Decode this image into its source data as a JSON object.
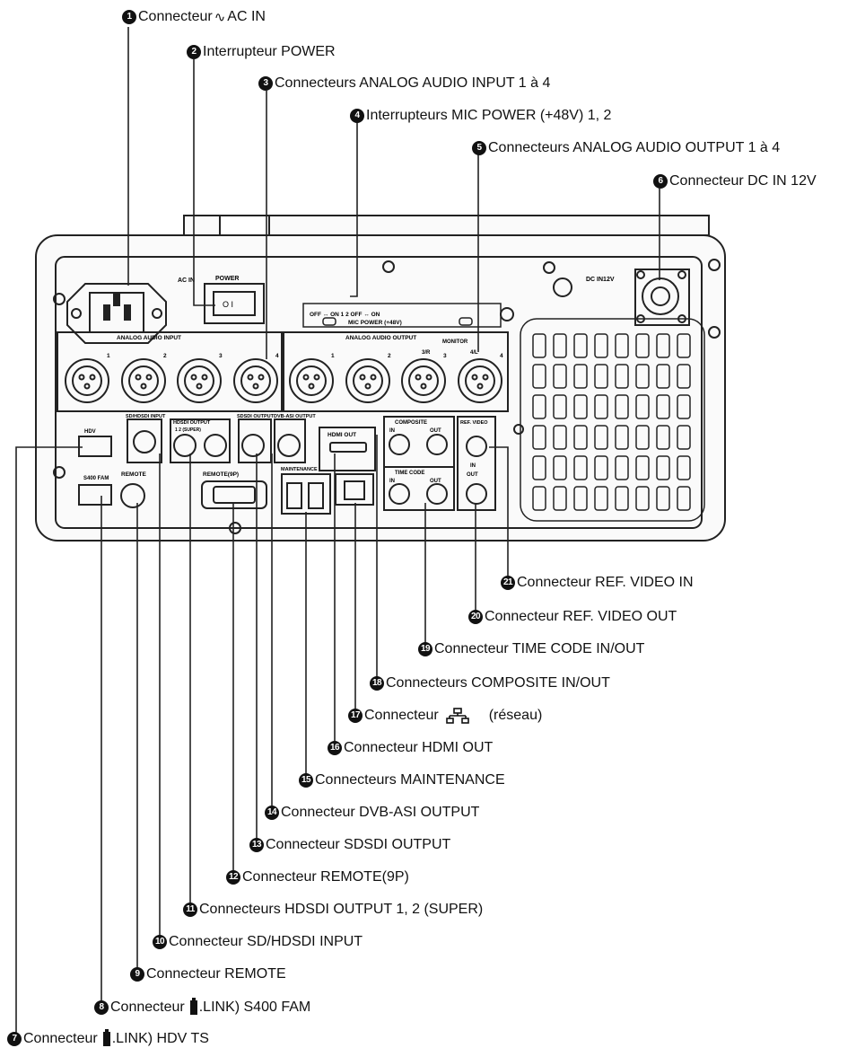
{
  "labels": [
    {
      "num": "1",
      "text": "Connecteur",
      "symbol": "∿",
      "suffix": "AC IN"
    },
    {
      "num": "2",
      "text": "Interrupteur POWER"
    },
    {
      "num": "3",
      "text": "Connecteurs ANALOG AUDIO INPUT 1 à 4"
    },
    {
      "num": "4",
      "text": "Interrupteurs MIC POWER (+48V) 1, 2"
    },
    {
      "num": "5",
      "text": "Connecteurs ANALOG AUDIO OUTPUT 1 à 4"
    },
    {
      "num": "6",
      "text": "Connecteur DC IN 12V"
    },
    {
      "num": "21",
      "text": "Connecteur REF. VIDEO IN"
    },
    {
      "num": "20",
      "text": "Connecteur REF. VIDEO OUT"
    },
    {
      "num": "19",
      "text": "Connecteur TIME CODE IN/OUT"
    },
    {
      "num": "18",
      "text": "Connecteurs COMPOSITE IN/OUT"
    },
    {
      "num": "17",
      "text": "Connecteur",
      "suffix": "(réseau)"
    },
    {
      "num": "16",
      "text": "Connecteur HDMI OUT"
    },
    {
      "num": "15",
      "text": "Connecteurs MAINTENANCE"
    },
    {
      "num": "14",
      "text": "Connecteur DVB-ASI OUTPUT"
    },
    {
      "num": "13",
      "text": "Connecteur SDSDI OUTPUT"
    },
    {
      "num": "12",
      "text": "Connecteur REMOTE(9P)"
    },
    {
      "num": "11",
      "text": "Connecteurs HDSDI OUTPUT 1, 2 (SUPER)"
    },
    {
      "num": "10",
      "text": "Connecteur SD/HDSDI INPUT"
    },
    {
      "num": "9",
      "text": "Connecteur REMOTE"
    },
    {
      "num": "8",
      "text": "Connecteur",
      "suffix": ".LINK) S400 FAM"
    },
    {
      "num": "7",
      "text": "Connecteur",
      "suffix": ".LINK) HDV TS"
    }
  ],
  "panel": {
    "ac_in": "AC IN",
    "power": "POWER",
    "power_switch": "O  I",
    "mic_power": "OFF ↔ ON  1          2  OFF ↔ ON",
    "mic_power_sub": "MIC POWER (+48V)",
    "dc_in": "DC IN12V",
    "analog_audio_input": "ANALOG AUDIO INPUT",
    "analog_audio_output": "ANALOG AUDIO OUTPUT",
    "monitor": "MONITOR",
    "monitor_r": "3/R",
    "monitor_l": "4/L",
    "xlr_numbers": [
      "1",
      "2",
      "3",
      "4"
    ],
    "hdv": "HDV",
    "s400_fam": "S400 FAM",
    "sd_hdsdi_input": "SD/HDSDI INPUT",
    "hdsdi_output": "HDSDI OUTPUT",
    "hdsdi_output_sub": "1     2 (SUPER)",
    "sdsdi_output": "SDSDI OUTPUT",
    "dvb_asi_output": "DVB-ASI OUTPUT",
    "hdmi_out": "HDMI OUT",
    "composite": "COMPOSITE",
    "in": "IN",
    "out": "OUT",
    "time_code": "TIME CODE",
    "ref_video": "REF. VIDEO",
    "remote": "REMOTE",
    "remote_9p": "REMOTE(9P)",
    "maintenance": "MAINTENANCE"
  }
}
